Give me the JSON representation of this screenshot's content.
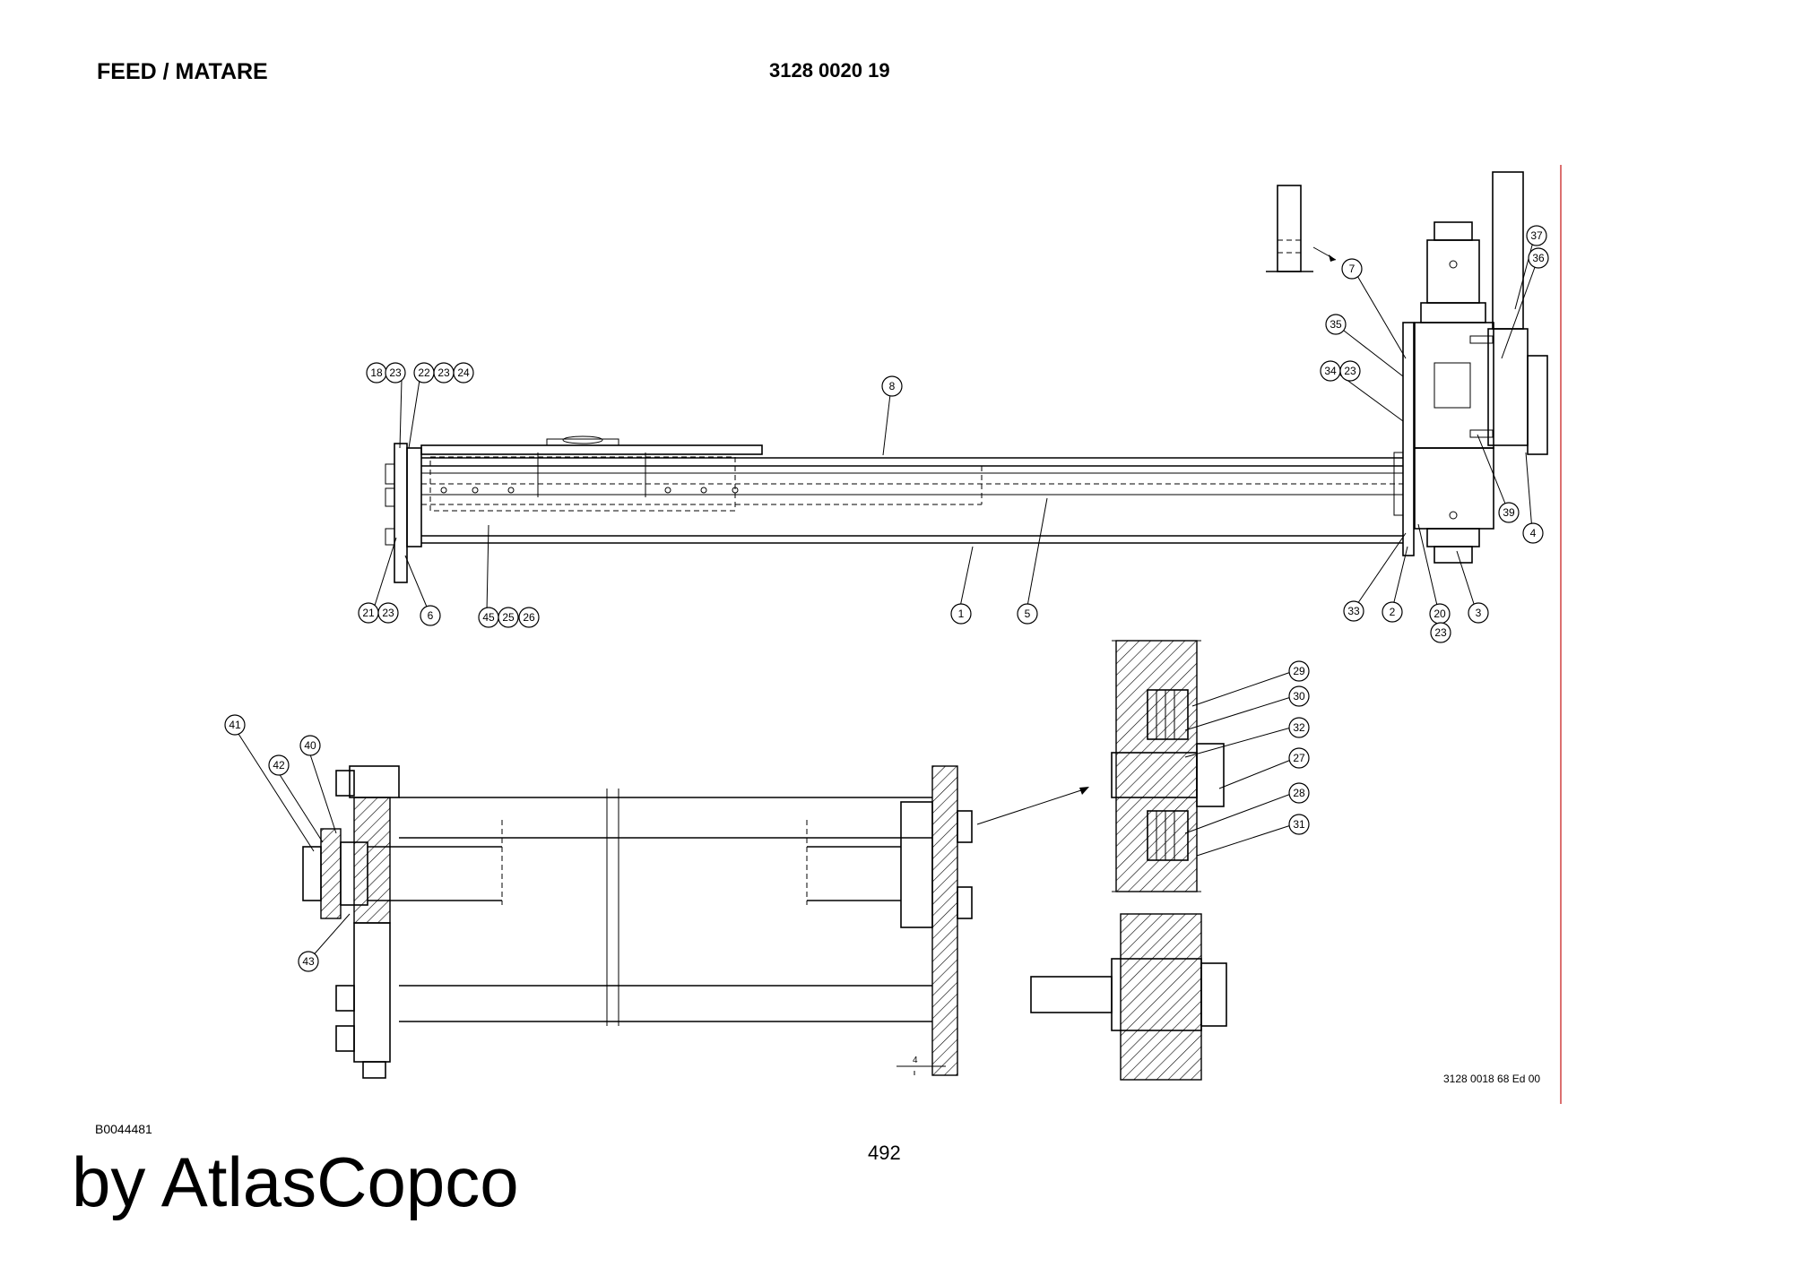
{
  "header": {
    "title": "FEED / MATARE",
    "part_number": "3128 0020 19"
  },
  "footer": {
    "doc_ref": "3128 0018 68 Ed 00",
    "code": "B0044481",
    "page_number": "492",
    "brand": "by AtlasCopco"
  },
  "balloons": {
    "b18": "18",
    "b23a": "23",
    "b22": "22",
    "b23b": "23",
    "b24": "24",
    "b8": "8",
    "b21": "21",
    "b23c": "23",
    "b6": "6",
    "b45": "45",
    "b25": "25",
    "b26": "26",
    "b1": "1",
    "b5": "5",
    "b7": "7",
    "b35": "35",
    "b34": "34",
    "b23d": "23",
    "b37": "37",
    "b36": "36",
    "b39": "39",
    "b4": "4",
    "b33": "33",
    "b2": "2",
    "b20": "20",
    "b23e": "23",
    "b3": "3",
    "b41": "41",
    "b40": "40",
    "b42": "42",
    "b43": "43",
    "b29": "29",
    "b30": "30",
    "b32": "32",
    "b27": "27",
    "b28": "28",
    "b31": "31"
  },
  "dimension_label": "4"
}
